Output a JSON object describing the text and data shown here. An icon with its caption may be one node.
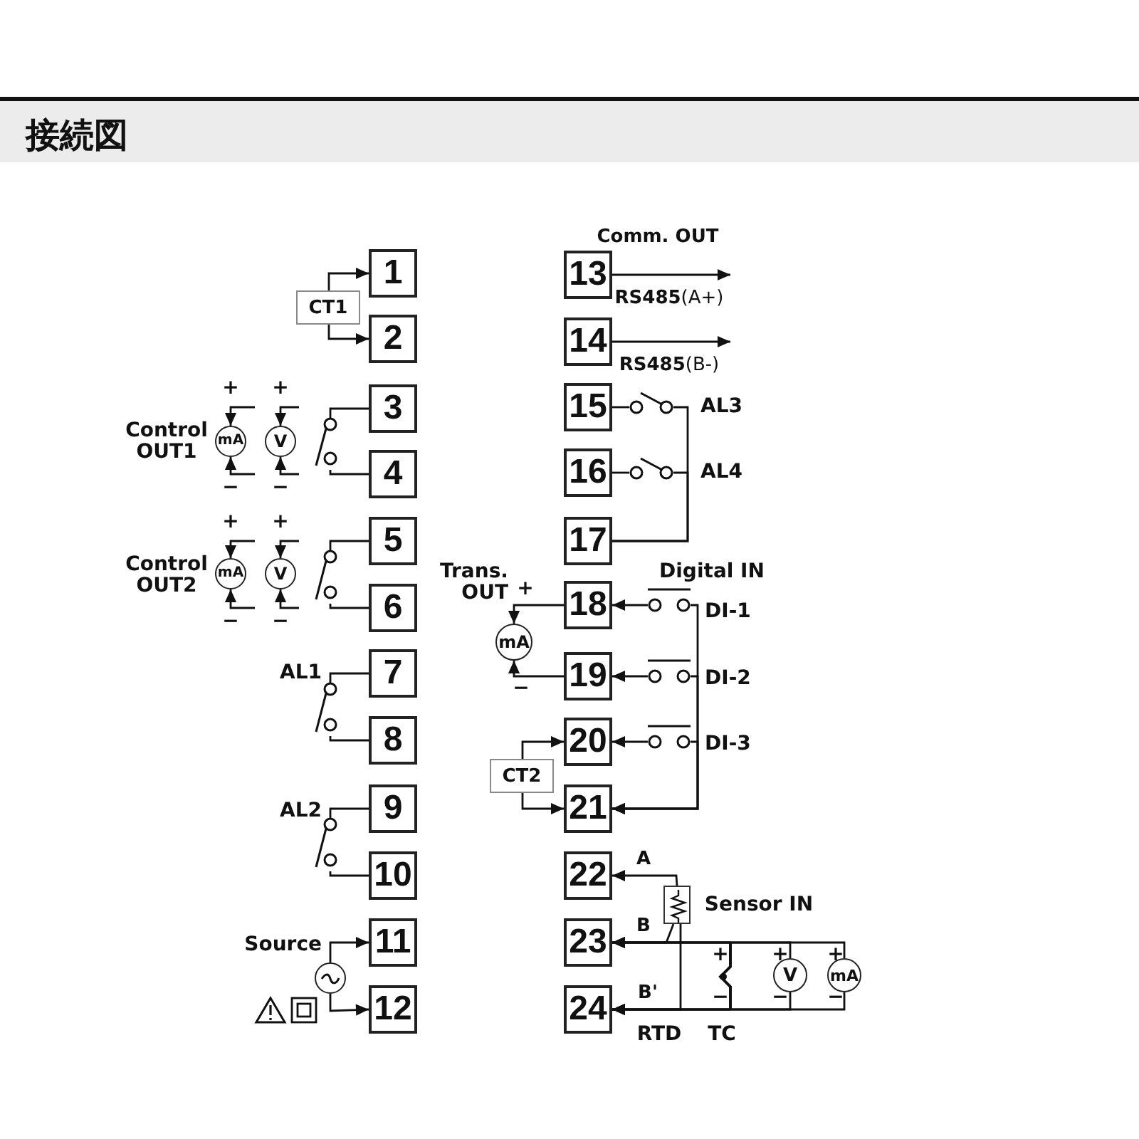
{
  "diagram": {
    "title": "接続図",
    "nodes": [
      {
        "text": [
          "1"
        ]
      },
      {
        "text": [
          "2"
        ]
      },
      {
        "text": [
          "3"
        ]
      },
      {
        "text": [
          "4"
        ]
      },
      {
        "text": [
          "5"
        ]
      },
      {
        "text": [
          "6"
        ]
      },
      {
        "text": [
          "7"
        ]
      },
      {
        "text": [
          "8"
        ]
      },
      {
        "text": [
          "9"
        ]
      },
      {
        "text": [
          "10"
        ]
      },
      {
        "text": [
          "11"
        ]
      },
      {
        "text": [
          "12"
        ]
      },
      {
        "text": [
          "13"
        ]
      },
      {
        "text": [
          "14"
        ]
      },
      {
        "text": [
          "15"
        ]
      },
      {
        "text": [
          "16"
        ]
      },
      {
        "text": [
          "17"
        ]
      },
      {
        "text": [
          "18"
        ]
      },
      {
        "text": [
          "19"
        ]
      },
      {
        "text": [
          "20"
        ]
      },
      {
        "text": [
          "21"
        ]
      },
      {
        "text": [
          "22"
        ]
      },
      {
        "text": [
          "23"
        ]
      },
      {
        "text": [
          "24"
        ]
      },
      {
        "text": [
          "CT1"
        ]
      },
      {
        "text": [
          "mA"
        ]
      },
      {
        "text": [
          "V"
        ]
      },
      {
        "text": [
          "mA"
        ]
      },
      {
        "text": [
          "V"
        ]
      },
      {
        "text": [],
        "shape": "circle",
        "beside": [
          "Source"
        ]
      },
      {
        "text": [
          "CT2"
        ]
      },
      {
        "text": [
          "mA"
        ],
        "beside": [
          "Trans. OUT"
        ]
      },
      {
        "text": [],
        "shape": "box"
      },
      {
        "text": [],
        "shape": "zigzag"
      },
      {
        "text": [
          "V"
        ]
      },
      {
        "text": [
          "mA"
        ]
      },
      {
        "text": [],
        "shape": "switch"
      },
      {
        "text": [],
        "shape": "switch"
      },
      {
        "text": [],
        "shape": "switch"
      },
      {
        "text": [],
        "shape": "switch"
      },
      {
        "text": [],
        "shape": "switch"
      },
      {
        "text": [],
        "shape": "switch"
      },
      {
        "text": [],
        "shape": "switch"
      },
      {
        "text": [],
        "shape": "switch"
      },
      {
        "text": [],
        "shape": "switch"
      }
    ],
    "edges": [
      {
        "from": 24,
        "to": 0,
        "arrow": "to"
      },
      {
        "from": 24,
        "to": 1,
        "arrow": "to"
      },
      {
        "from": null,
        "to": 25,
        "arrow": "to"
      },
      {
        "from": null,
        "to": 26,
        "arrow": "to"
      },
      {
        "from": null,
        "to": 25,
        "arrow": "to"
      },
      {
        "from": null,
        "to": 26,
        "arrow": "to"
      },
      {
        "from": 2,
        "to": 36,
        "arrow": "none"
      },
      {
        "from": 36,
        "to": 3,
        "arrow": "none"
      },
      {
        "from": null,
        "to": 27,
        "arrow": "to"
      },
      {
        "from": null,
        "to": 28,
        "arrow": "to"
      },
      {
        "from": null,
        "to": 27,
        "arrow": "to"
      },
      {
        "from": null,
        "to": 28,
        "arrow": "to"
      },
      {
        "from": 4,
        "to": 37,
        "arrow": "none"
      },
      {
        "from": 37,
        "to": 5,
        "arrow": "none"
      },
      {
        "from": 6,
        "to": 38,
        "arrow": "none"
      },
      {
        "from": 38,
        "to": 7,
        "arrow": "none"
      },
      {
        "from": 8,
        "to": 39,
        "arrow": "none"
      },
      {
        "from": 39,
        "to": 9,
        "arrow": "none"
      },
      {
        "from": 29,
        "to": 10,
        "arrow": "to"
      },
      {
        "from": 29,
        "to": 11,
        "arrow": "to"
      },
      {
        "from": 12,
        "to": null,
        "arrow": "to",
        "label": "**RS485**(A+)"
      },
      {
        "from": 13,
        "to": null,
        "arrow": "to",
        "label": "**RS485**(B-)"
      },
      {
        "from": 14,
        "to": 40,
        "arrow": "none"
      },
      {
        "from": 40,
        "to": 16,
        "arrow": "none"
      },
      {
        "from": 15,
        "to": 41,
        "arrow": "none"
      },
      {
        "from": 41,
        "to": 16,
        "arrow": "none"
      },
      {
        "from": 17,
        "to": 31,
        "arrow": "to"
      },
      {
        "from": 18,
        "to": 31,
        "arrow": "to"
      },
      {
        "from": 42,
        "to": 17,
        "arrow": "to"
      },
      {
        "from": 43,
        "to": 18,
        "arrow": "to"
      },
      {
        "from": 44,
        "to": 19,
        "arrow": "to"
      },
      {
        "from": 42,
        "to": 20,
        "arrow": "to"
      },
      {
        "from": 43,
        "to": 20,
        "arrow": "to"
      },
      {
        "from": 44,
        "to": 20,
        "arrow": "to"
      },
      {
        "from": 30,
        "to": 19,
        "arrow": "to"
      },
      {
        "from": 30,
        "to": 20,
        "arrow": "to"
      },
      {
        "from": 32,
        "to": 21,
        "arrow": "to",
        "label": "A"
      },
      {
        "from": 32,
        "to": 22,
        "arrow": "to",
        "label": "B"
      },
      {
        "from": 32,
        "to": 23,
        "arrow": "to",
        "label": "B'"
      },
      {
        "from": 33,
        "to": 22,
        "arrow": "to"
      },
      {
        "from": 33,
        "to": 23,
        "arrow": "to"
      },
      {
        "from": 34,
        "to": 22,
        "arrow": "to"
      },
      {
        "from": 34,
        "to": 23,
        "arrow": "to"
      },
      {
        "from": 35,
        "to": 22,
        "arrow": "to"
      },
      {
        "from": 35,
        "to": 23,
        "arrow": "to"
      }
    ],
    "labels": [
      "Comm. OUT",
      "+",
      "+",
      "AL3",
      "Control OUT1",
      "AL4",
      "−",
      "−",
      "+",
      "+",
      "Control OUT2",
      "−",
      "−",
      "Digital IN",
      "+",
      "DI-1",
      "AL1",
      "−",
      "DI-2",
      "DI-3",
      "AL2",
      "Sensor IN",
      "+",
      "+",
      "+",
      "−",
      "−",
      "−",
      "RTD",
      "TC"
    ]
  }
}
